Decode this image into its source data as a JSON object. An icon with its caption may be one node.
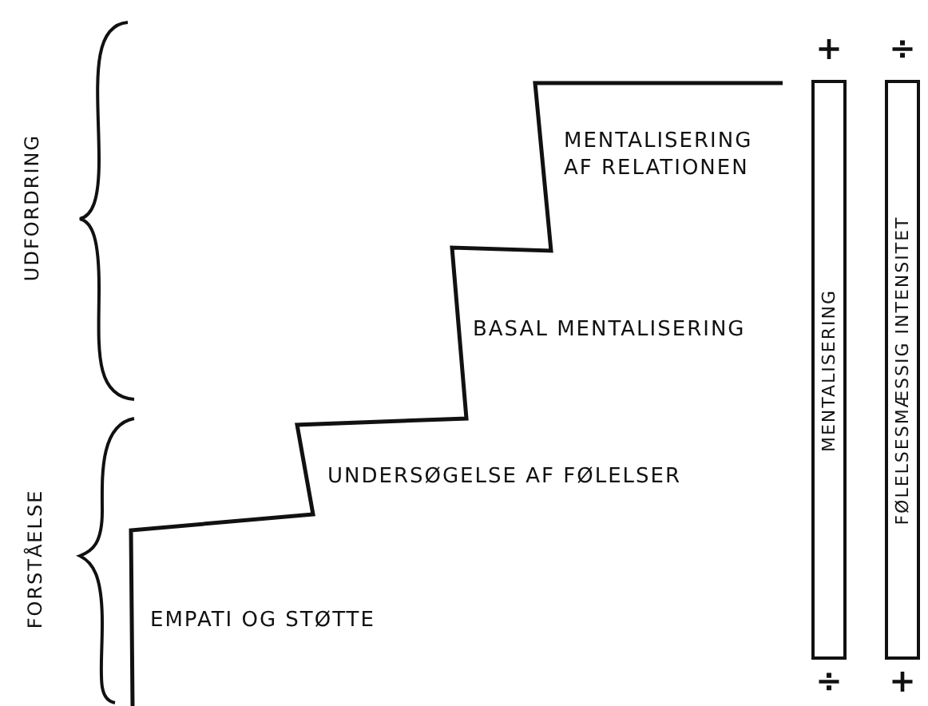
{
  "diagram": {
    "nodes": [
      {
        "text": [
          "MENTALISERING"
        ],
        "beside": [
          "+",
          "÷"
        ]
      },
      {
        "text": [
          "FØLELSESMÆSSIG INTENSITET"
        ],
        "beside": [
          "÷",
          "+"
        ]
      }
    ],
    "labels": [
      "UDFORDRING",
      "MENTALISERING AF RELATIONEN",
      "BASAL MENTALISERING",
      "UNDERSØGELSE AF FØLELSER",
      "FORSTÅELSE",
      "EMPATI OG STØTTE"
    ]
  }
}
